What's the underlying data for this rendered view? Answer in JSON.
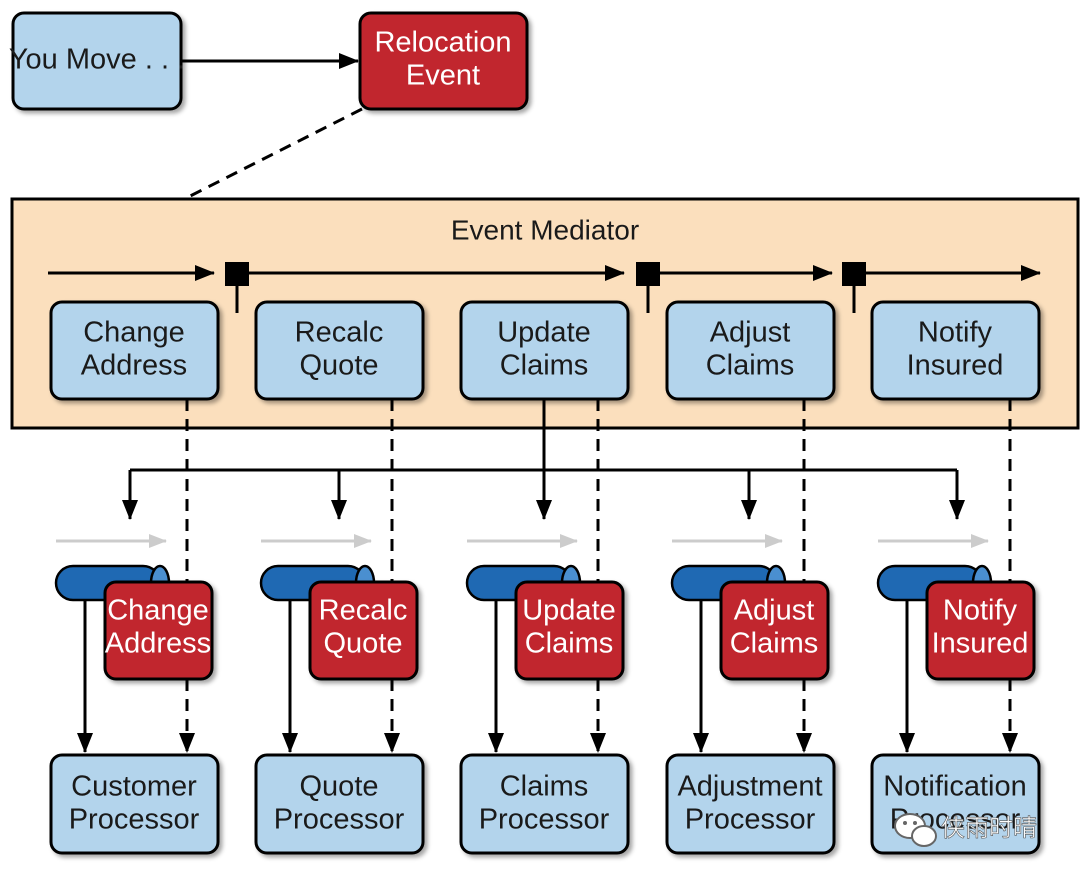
{
  "start": {
    "line1": "You Move . . ."
  },
  "trigger": {
    "line1": "Relocation",
    "line2": "Event"
  },
  "mediator": {
    "title": "Event Mediator"
  },
  "steps": [
    {
      "line1": "Change",
      "line2": "Address"
    },
    {
      "line1": "Recalc",
      "line2": "Quote"
    },
    {
      "line1": "Update",
      "line2": "Claims"
    },
    {
      "line1": "Adjust",
      "line2": "Claims"
    },
    {
      "line1": "Notify",
      "line2": "Insured"
    }
  ],
  "channels": [
    {
      "line1": "Change",
      "line2": "Address"
    },
    {
      "line1": "Recalc",
      "line2": "Quote"
    },
    {
      "line1": "Update",
      "line2": "Claims"
    },
    {
      "line1": "Adjust",
      "line2": "Claims"
    },
    {
      "line1": "Notify",
      "line2": "Insured"
    }
  ],
  "processors": [
    {
      "line1": "Customer",
      "line2": "Processor"
    },
    {
      "line1": "Quote",
      "line2": "Processor"
    },
    {
      "line1": "Claims",
      "line2": "Processor"
    },
    {
      "line1": "Adjustment",
      "line2": "Processor"
    },
    {
      "line1": "Notification",
      "line2": "Processor"
    }
  ],
  "watermark": {
    "text": "侠雨时晴"
  },
  "colors": {
    "blue_box": "#b3d4ec",
    "red_box": "#c1272d",
    "mediator_bg": "#fbdfbd",
    "queue_blue": "#1f69b3",
    "gray_arrow": "#cccccc"
  }
}
